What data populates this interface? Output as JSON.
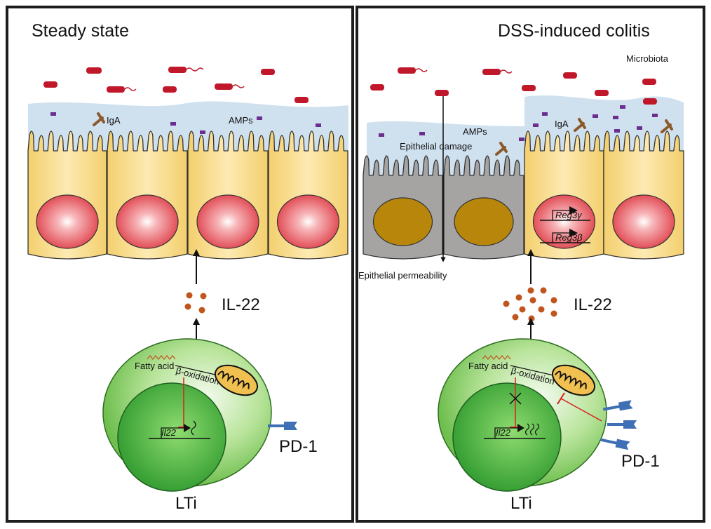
{
  "colors": {
    "frame": "#1e1e1e",
    "mucus": "#cfe0ef",
    "epithelial_cell": "#f7d982",
    "damaged_cell": "#a6a3a3",
    "nucleus": "#e9565e",
    "damaged_nucleus": "#b8860b",
    "bacteria": "#c0182a",
    "amp": "#6a2d90",
    "iga": "#8b5a2b",
    "il22_particle": "#c0561e",
    "lti_cell": "#8ed46a",
    "lti_nucleus": "#3aa63a",
    "mitochondrion": "#f0c050",
    "pd1_receptor": "#3f6fb5",
    "inhibition": "#d61f1f"
  },
  "left_panel": {
    "title": "Steady state",
    "iga_label": "IgA",
    "amps_label": "AMPs",
    "cytokine_label": "IL-22",
    "fatty_acid_label": "Fatty acid",
    "beta_oxidation_label": "β-oxidation",
    "gene_label": "Il22",
    "receptor_label": "PD-1",
    "cell_label": "LTi"
  },
  "right_panel": {
    "title": "DSS-induced colitis",
    "microbiota_label": "Microbiota",
    "iga_label": "IgA",
    "amps_label": "AMPs",
    "damage_label": "Epithelial damage",
    "permeability_label": "Epithelial permeability",
    "reg3g_label": "Reg3γ",
    "reg3b_label": "Reg3β",
    "cytokine_label": "IL-22",
    "fatty_acid_label": "Fatty acid",
    "beta_oxidation_label": "β-oxidation",
    "gene_label": "Il22",
    "receptor_label": "PD-1",
    "cell_label": "LTi"
  }
}
